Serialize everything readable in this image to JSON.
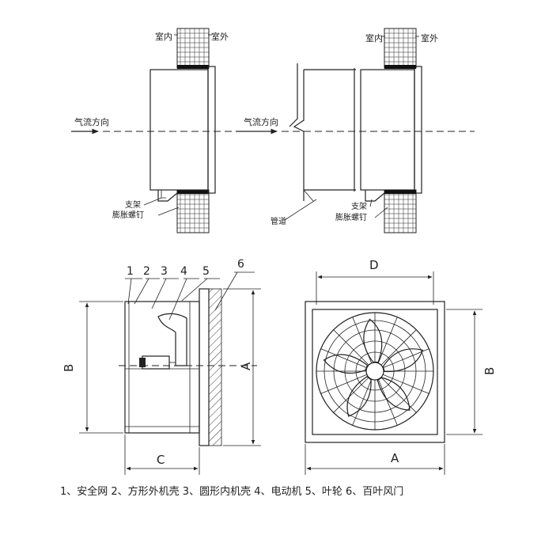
{
  "top_left": {
    "indoor_label": "室内",
    "outdoor_label": "室外",
    "airflow_label": "气流方向",
    "bracket_label": "支架",
    "bolt_label": "膨胀螺钉"
  },
  "top_right": {
    "indoor_label": "室内",
    "outdoor_label": "室外",
    "airflow_label": "气流方向",
    "duct_label": "管道",
    "bracket_label": "支架",
    "bolt_label": "膨胀螺钉"
  },
  "side_view": {
    "part_numbers": [
      "1",
      "2",
      "3",
      "4",
      "5",
      "6"
    ],
    "dim_b": "B",
    "dim_a": "A",
    "dim_c": "C"
  },
  "front_view": {
    "dim_d": "D",
    "dim_b": "B",
    "dim_a": "A"
  },
  "legend": "1、安全网 2、方形外机壳 3、圆形内机壳 4、电动机 5、叶轮 6、百叶风门"
}
